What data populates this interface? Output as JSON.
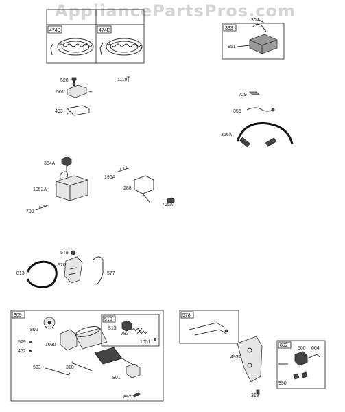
{
  "watermark": "AppliancePartsPros.com",
  "boxes": {
    "b474D": "474D",
    "b474E": "474E",
    "b333": "333",
    "b309": "309",
    "b510": "510",
    "b578": "578",
    "b892": "892"
  },
  "labels": {
    "l304": "304",
    "l851": "851",
    "l528": "528",
    "l1119": "1119",
    "l501": "501",
    "l493": "493",
    "l729": "729",
    "l356": "356",
    "l356A": "356A",
    "l364A": "364A",
    "l1052A": "1052A",
    "l799": "799",
    "l190A": "190A",
    "l288": "288",
    "l705A": "705A",
    "l579a": "579",
    "l813": "813",
    "l920": "920",
    "l577": "577",
    "l802": "802",
    "l579b": "579",
    "l462": "462",
    "l1090": "1090",
    "l503": "503",
    "l310": "310",
    "l801": "801",
    "l513": "513",
    "l783": "783",
    "l1051": "1051",
    "l897": "897",
    "l493A": "493A",
    "l318": "318",
    "l500": "500",
    "l664": "664",
    "l990": "990"
  }
}
